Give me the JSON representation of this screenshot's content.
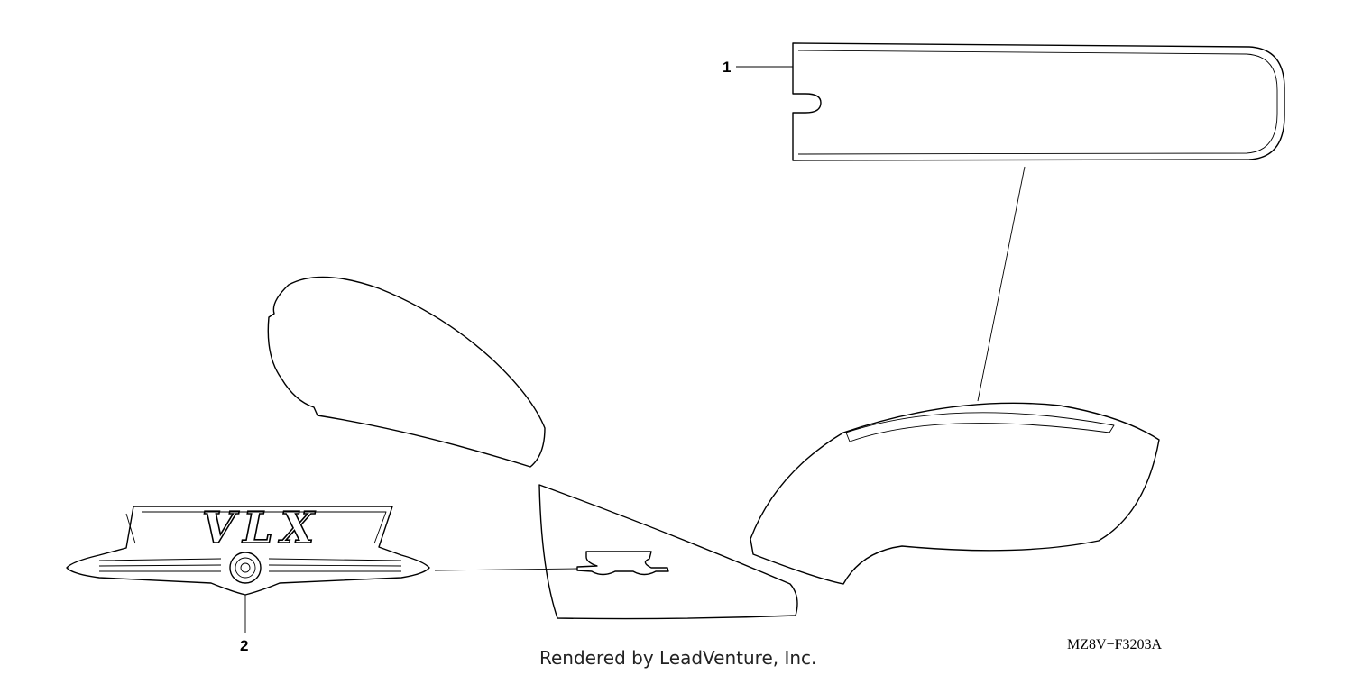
{
  "diagram": {
    "callouts": [
      {
        "id": "1",
        "label": "1"
      },
      {
        "id": "2",
        "label": "2"
      }
    ],
    "emblem_text": "VLX",
    "diagram_code": "MZ8V−F3203A",
    "footer": "Rendered by LeadVenture, Inc."
  },
  "colors": {
    "line": "#000000",
    "background": "#ffffff"
  }
}
